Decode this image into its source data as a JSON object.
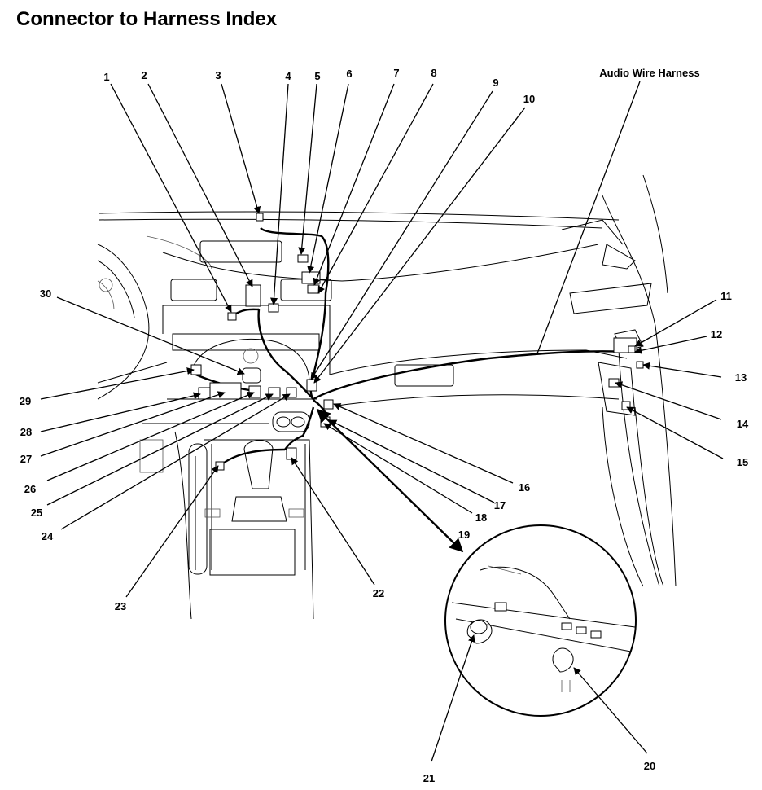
{
  "title": "Connector to Harness Index",
  "harness_label": "Audio Wire Harness",
  "callouts": [
    "1",
    "2",
    "3",
    "4",
    "5",
    "6",
    "7",
    "8",
    "9",
    "10",
    "11",
    "12",
    "13",
    "14",
    "15",
    "16",
    "17",
    "18",
    "19",
    "20",
    "21",
    "22",
    "23",
    "24",
    "25",
    "26",
    "27",
    "28",
    "29",
    "30"
  ]
}
